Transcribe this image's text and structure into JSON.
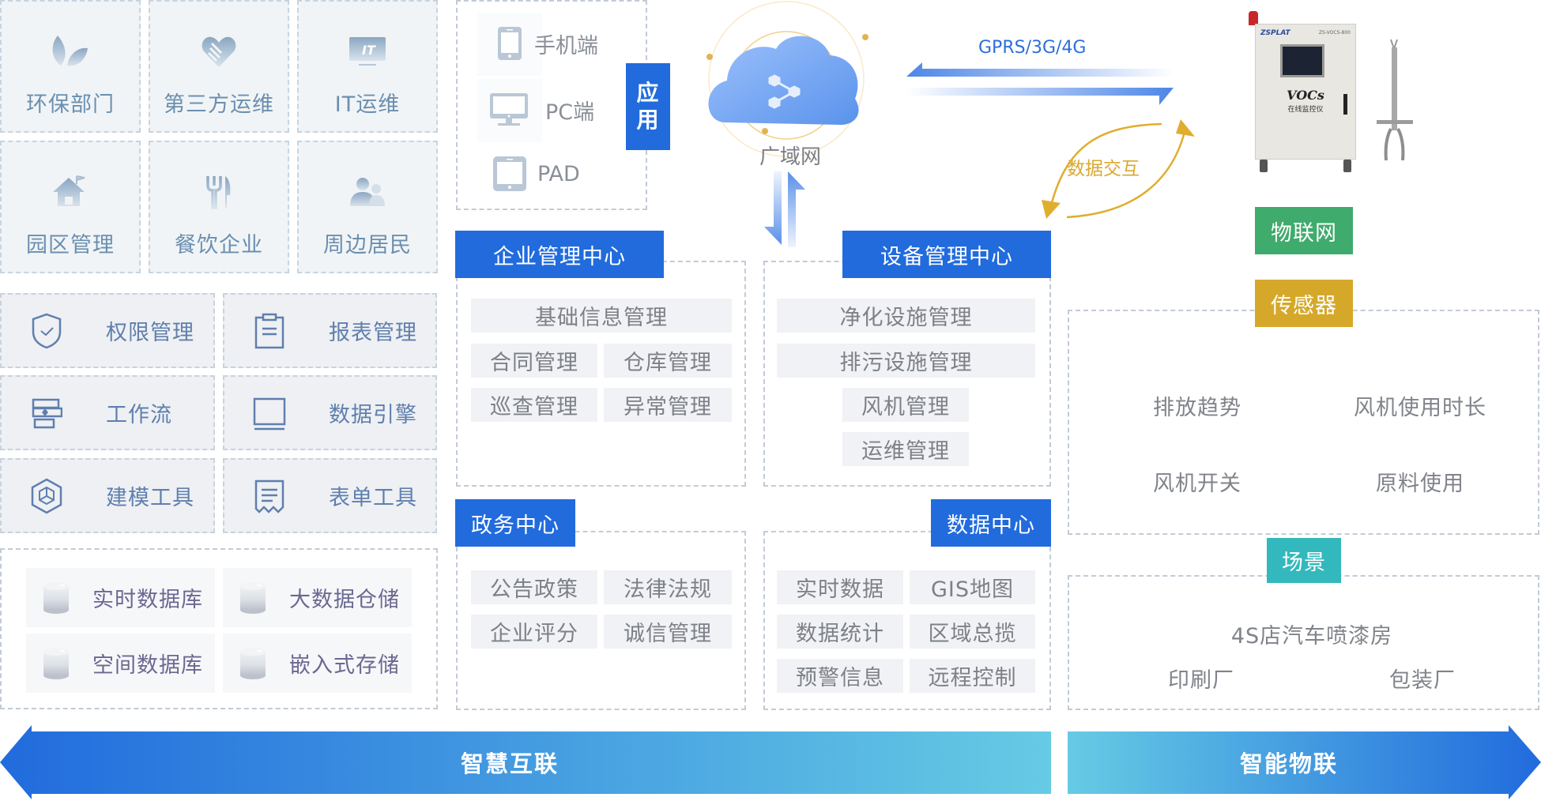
{
  "user_groups": [
    {
      "label": "环保部门",
      "icon": "leaf-icon"
    },
    {
      "label": "第三方运维",
      "icon": "heart-handshake-icon"
    },
    {
      "label": "IT运维",
      "icon": "it-monitor-icon"
    },
    {
      "label": "园区管理",
      "icon": "house-flag-icon"
    },
    {
      "label": "餐饮企业",
      "icon": "fork-knife-icon"
    },
    {
      "label": "周边居民",
      "icon": "people-icon"
    }
  ],
  "features": [
    {
      "label": "权限管理",
      "icon": "shield-check-icon"
    },
    {
      "label": "报表管理",
      "icon": "clipboard-icon"
    },
    {
      "label": "工作流",
      "icon": "workflow-icon"
    },
    {
      "label": "数据引擎",
      "icon": "screen-icon"
    },
    {
      "label": "建模工具",
      "icon": "cube-icon"
    },
    {
      "label": "表单工具",
      "icon": "receipt-icon"
    }
  ],
  "storage": [
    {
      "label": "实时数据库",
      "icon": "database-icon"
    },
    {
      "label": "大数据仓储",
      "icon": "database-icon"
    },
    {
      "label": "空间数据库",
      "icon": "database-icon"
    },
    {
      "label": "嵌入式存储",
      "icon": "database-icon"
    }
  ],
  "application": {
    "title": "应用",
    "title_chars": [
      "应",
      "用"
    ],
    "devices": [
      {
        "label": "手机端",
        "icon": "phone-icon"
      },
      {
        "label": "PC端",
        "icon": "desktop-icon"
      },
      {
        "label": "PAD",
        "icon": "tablet-icon"
      }
    ]
  },
  "network": {
    "cloud_label": "广域网",
    "link_label": "GPRS/3G/4G",
    "interaction_label": "数据交互"
  },
  "enterprise_center": {
    "title": "企业管理中心",
    "items": [
      "基础信息管理",
      "合同管理",
      "仓库管理",
      "巡查管理",
      "异常管理"
    ]
  },
  "device_center": {
    "title": "设备管理中心",
    "items": [
      "净化设施管理",
      "排污设施管理",
      "风机管理",
      "运维管理"
    ]
  },
  "government_center": {
    "title": "政务中心",
    "items": [
      "公告政策",
      "法律法规",
      "企业评分",
      "诚信管理"
    ]
  },
  "data_center": {
    "title": "数据中心",
    "items": [
      "实时数据",
      "GIS地图",
      "数据统计",
      "区域总揽",
      "预警信息",
      "远程控制"
    ]
  },
  "device_photo": {
    "brand": "ZSPLAT",
    "model": "ZS-VOCS-800",
    "product": "VOCs",
    "product_sub": "在线监控仪"
  },
  "iot": {
    "iot_label": "物联网",
    "sensor_label": "传感器",
    "sensor_items": [
      "排放趋势",
      "风机使用时长",
      "风机开关",
      "原料使用"
    ],
    "scene_label": "场景",
    "scene_items": [
      "4S店汽车喷漆房",
      "印刷厂",
      "包装厂"
    ]
  },
  "colors": {
    "primary_blue": "#216bdd",
    "iot_green": "#3fab6c",
    "sensor_gold": "#d6a82a",
    "scene_teal": "#33b8bd",
    "interaction_gold": "#e0ad2e"
  },
  "banners": {
    "left": "智慧互联",
    "right": "智能物联"
  }
}
